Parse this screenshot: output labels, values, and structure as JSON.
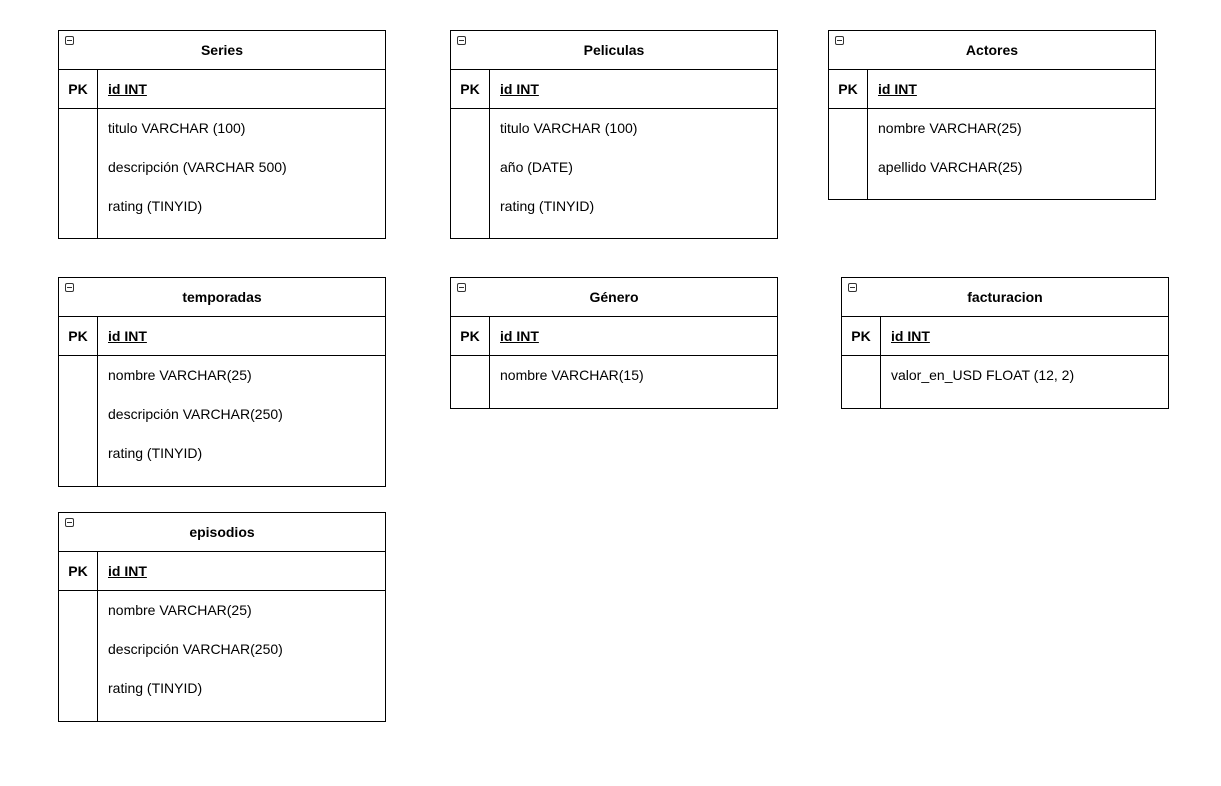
{
  "entities": {
    "series": {
      "title": "Series",
      "pk_label": "PK",
      "pk_field": "id INT",
      "attributes": [
        "titulo VARCHAR (100)",
        "descripción (VARCHAR 500)",
        "rating (TINYID)"
      ]
    },
    "peliculas": {
      "title": "Peliculas",
      "pk_label": "PK",
      "pk_field": "id INT",
      "attributes": [
        "titulo VARCHAR (100)",
        "año (DATE)",
        "rating (TINYID)"
      ]
    },
    "actores": {
      "title": "Actores",
      "pk_label": "PK",
      "pk_field": "id INT",
      "attributes": [
        "nombre VARCHAR(25)",
        "apellido VARCHAR(25)"
      ]
    },
    "temporadas": {
      "title": "temporadas",
      "pk_label": "PK",
      "pk_field": "id INT",
      "attributes": [
        "nombre VARCHAR(25)",
        "descripción VARCHAR(250)",
        "rating (TINYID)"
      ]
    },
    "genero": {
      "title": "Género",
      "pk_label": "PK",
      "pk_field": "id INT",
      "attributes": [
        "nombre VARCHAR(15)"
      ]
    },
    "facturacion": {
      "title": "facturacion",
      "pk_label": "PK",
      "pk_field": "id INT",
      "attributes": [
        "valor_en_USD FLOAT (12, 2)"
      ]
    },
    "episodios": {
      "title": "episodios",
      "pk_label": "PK",
      "pk_field": "id INT",
      "attributes": [
        "nombre VARCHAR(25)",
        "descripción VARCHAR(250)",
        "rating (TINYID)"
      ]
    }
  }
}
